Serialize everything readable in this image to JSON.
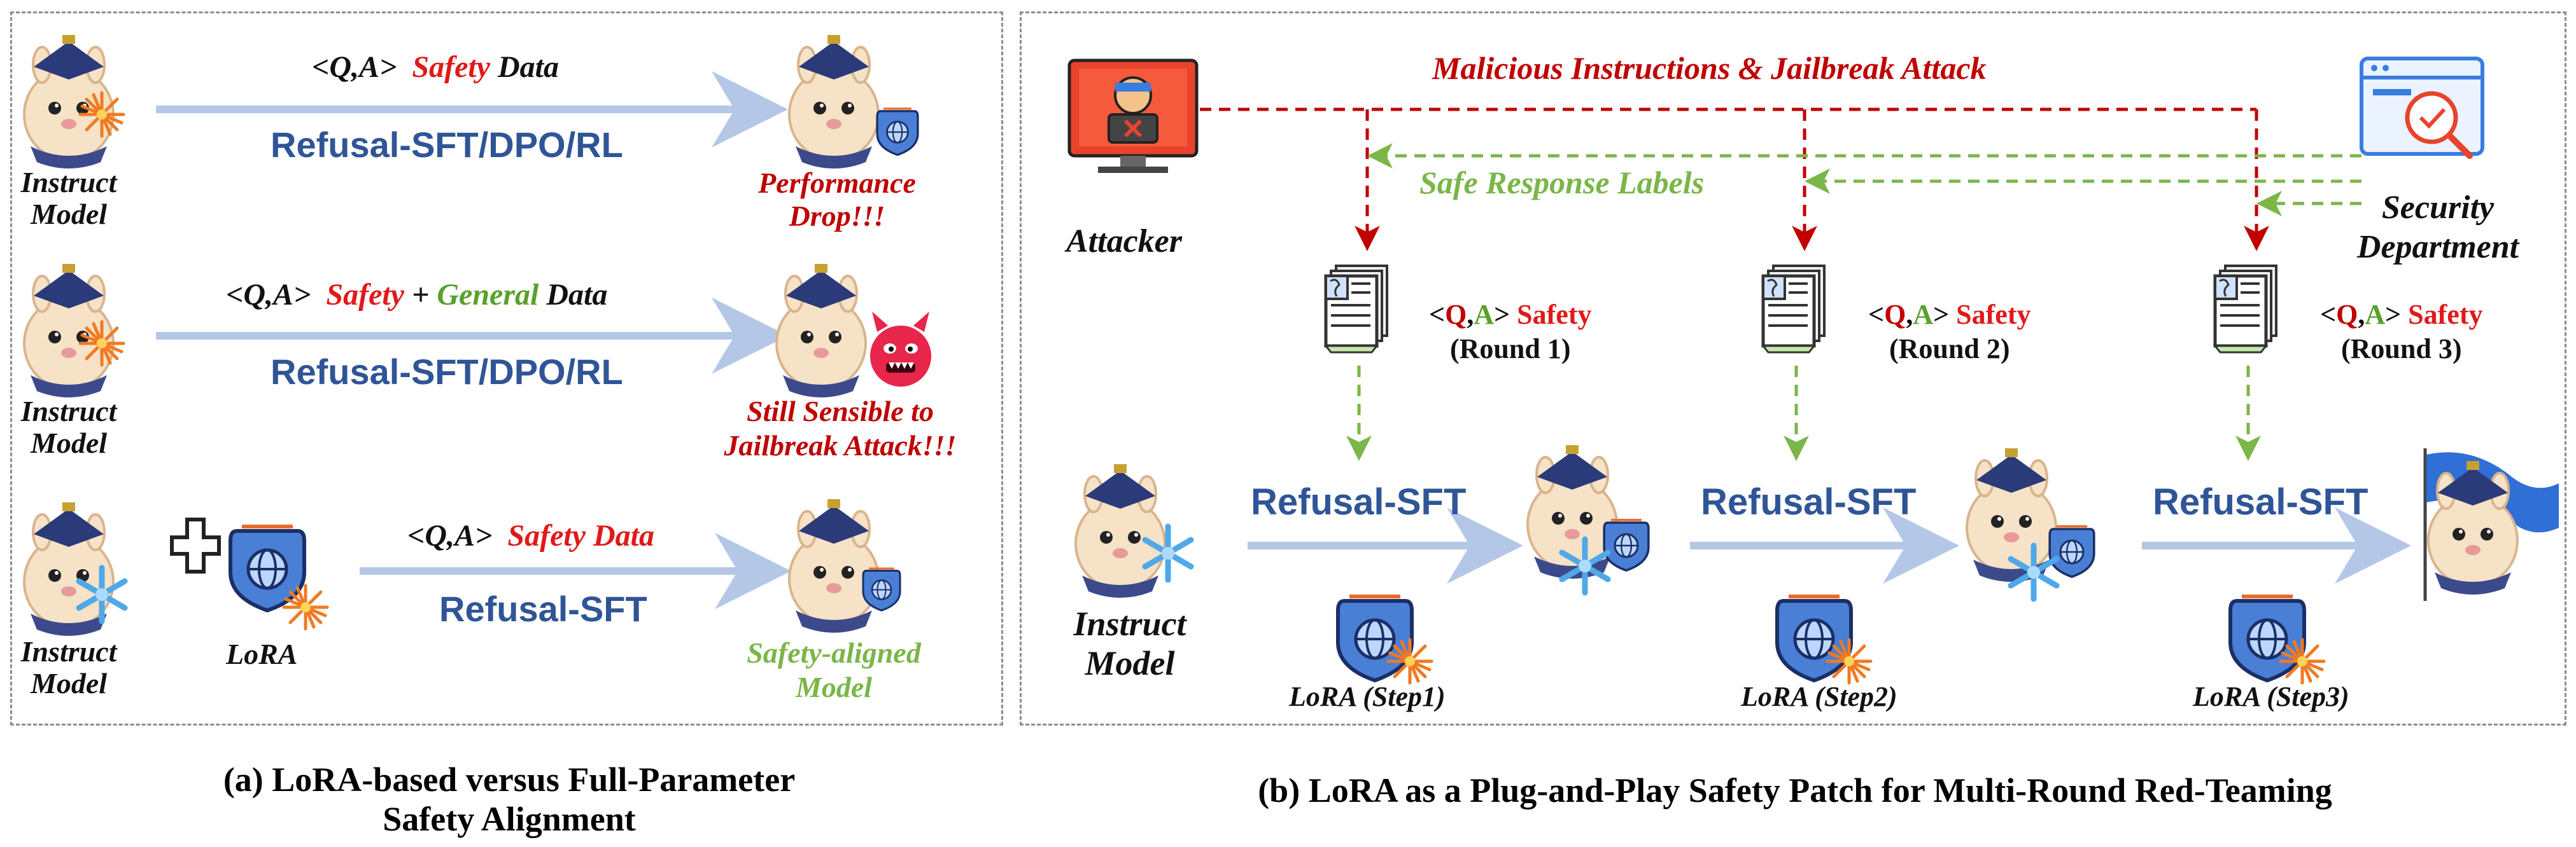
{
  "left": {
    "rows": [
      {
        "qa": "<Q,A>",
        "safety": "Safety",
        "data": "Data",
        "method": "Refusal-SFT/DPO/RL",
        "model": [
          "Instruct",
          "Model"
        ],
        "result": [
          "Performance",
          "Drop!!!"
        ]
      },
      {
        "qa": "<Q,A>",
        "safety": "Safety",
        "plus": "+",
        "general": "General",
        "data": "Data",
        "method": "Refusal-SFT/DPO/RL",
        "model": [
          "Instruct",
          "Model"
        ],
        "result": [
          "Still Sensible to",
          "Jailbreak Attack!!!"
        ]
      },
      {
        "qa": "<Q,A>",
        "safety": "Safety Data",
        "method": "Refusal-SFT",
        "model": [
          "Instruct",
          "Model"
        ],
        "lora": "LoRA",
        "result": [
          "Safety-aligned",
          "Model"
        ]
      }
    ],
    "caption": [
      "(a) LoRA-based versus Full-Parameter",
      "Safety Alignment"
    ]
  },
  "right": {
    "attacker": "Attacker",
    "malicious": "Malicious Instructions & Jailbreak Attack",
    "safe_labels": "Safe Response Labels",
    "security": [
      "Security",
      "Department"
    ],
    "rounds": [
      {
        "q": "Q",
        "a": "A",
        "safety": "Safety",
        "round": "(Round 1)",
        "lora": "LoRA (Step1)"
      },
      {
        "q": "Q",
        "a": "A",
        "safety": "Safety",
        "round": "(Round 2)",
        "lora": "LoRA (Step2)"
      },
      {
        "q": "Q",
        "a": "A",
        "safety": "Safety",
        "round": "(Round 3)",
        "lora": "LoRA (Step3)"
      }
    ],
    "refusal": "Refusal-SFT",
    "model": [
      "Instruct",
      "Model"
    ],
    "caption": "(b) LoRA as a Plug-and-Play Safety Patch for Multi-Round Red-Teaming"
  },
  "colors": {
    "arrow_blue": "#b4c7e7",
    "text_blue": "#2f5597",
    "red": "#e11919",
    "dark_red": "#c00000",
    "green": "#5aa02c",
    "light_green": "#7ab648"
  },
  "icons": [
    "llama-mascot-icon",
    "shield-globe-icon",
    "sparkle-burst-icon",
    "snowflake-icon",
    "devil-face-icon",
    "attacker-monitor-icon",
    "security-browser-icon",
    "document-stack-icon",
    "plus-icon",
    "flag-icon"
  ]
}
